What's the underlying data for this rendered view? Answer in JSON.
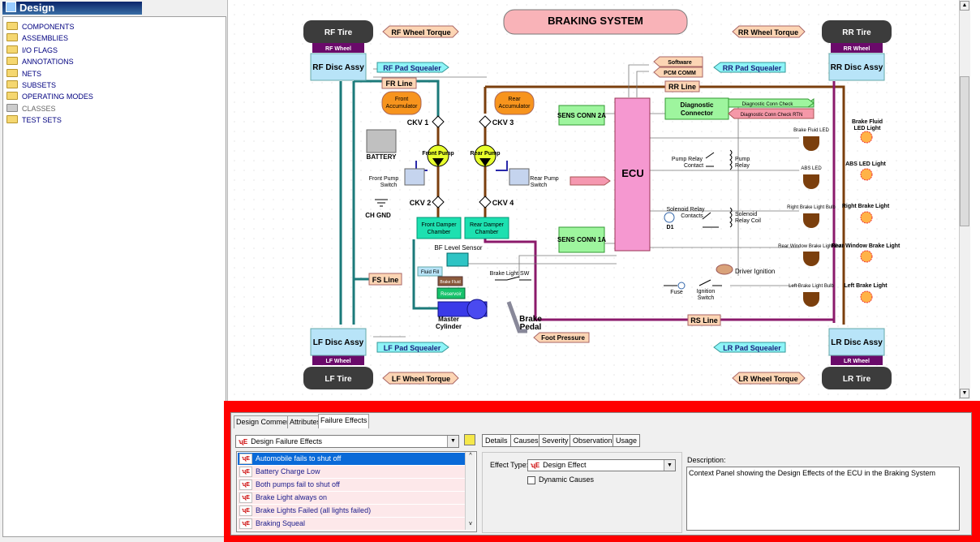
{
  "left_panel": {
    "title": "Design",
    "tree": [
      {
        "label": "COMPONENTS",
        "enabled": true
      },
      {
        "label": "ASSEMBLIES",
        "enabled": true
      },
      {
        "label": "I/O FLAGS",
        "enabled": true
      },
      {
        "label": "ANNOTATIONS",
        "enabled": true
      },
      {
        "label": "NETS",
        "enabled": true
      },
      {
        "label": "SUBSETS",
        "enabled": true
      },
      {
        "label": "OPERATING MODES",
        "enabled": true
      },
      {
        "label": "CLASSES",
        "enabled": false
      },
      {
        "label": "TEST SETS",
        "enabled": true
      }
    ]
  },
  "diagram": {
    "title": "BRAKING SYSTEM",
    "tires": {
      "rf": "RF Tire",
      "rr": "RR Tire",
      "lf": "LF Tire",
      "lr": "LR Tire"
    },
    "wheels": {
      "rf": "RF Wheel",
      "rr": "RR Wheel",
      "lf": "LF Wheel",
      "lr": "LR Wheel"
    },
    "discs": {
      "rf": "RF Disc Assy",
      "rr": "RR Disc Assy",
      "lf": "LF Disc Assy",
      "lr": "LR Disc Assy"
    },
    "torque": {
      "rf": "RF Wheel Torque",
      "rr": "RR Wheel Torque",
      "lf": "LF Wheel Torque",
      "lr": "LR Wheel Torque"
    },
    "squealers": {
      "rf": "RF Pad Squealer",
      "rr": "RR Pad Squealer",
      "lf": "LF Pad Squealer",
      "lr": "LR Pad Squealer"
    },
    "lines": {
      "fr": "FR Line",
      "rr": "RR Line",
      "fs": "FS Line",
      "rs": "RS Line"
    },
    "accumulators": {
      "front": [
        "Front",
        "Accumulator"
      ],
      "rear": [
        "Rear",
        "Accumulator"
      ]
    },
    "ckv": {
      "c1": "CKV 1",
      "c2": "CKV 2",
      "c3": "CKV 3",
      "c4": "CKV 4"
    },
    "battery": "BATTERY",
    "ch_gnd": "CH GND",
    "front_pump": "Front Pump",
    "rear_pump": "Rear Pump",
    "front_pump_switch": [
      "Front Pump",
      "Switch"
    ],
    "rear_pump_switch": [
      "Rear Pump",
      "Switch"
    ],
    "front_damper": [
      "Front Damper",
      "Chamber"
    ],
    "rear_damper": [
      "Rear Damper",
      "Chamber"
    ],
    "bf_level_sensor": "BF Level Sensor",
    "fluid_fill": "Fluid Fill",
    "brake_fluid_box": "Brake Fluid",
    "reservoir": "Reservoir",
    "master_cylinder": [
      "Master",
      "Cylinder"
    ],
    "brake_pedal": [
      "Brake",
      "Pedal"
    ],
    "foot_pressure": "Foot Pressure",
    "brake_light_sw": "Brake Light SW",
    "sens_conn_2a": "SENS CONN 2A",
    "sens_conn_1a": "SENS CONN 1A",
    "ecu": "ECU",
    "software": "Software",
    "pcm_comm": "PCM COMM",
    "diag_connector": [
      "Diagnostic",
      "Connector"
    ],
    "diag_conn_check": "Diagnostic Conn Check",
    "diag_conn_check_rtn": "Diagnostic Conn Check RTN",
    "pump_relay_contact": [
      "Pump Relay",
      "Contact"
    ],
    "pump_relay": [
      "Pump",
      "Relay"
    ],
    "solenoid_relay_contacts": [
      "Solenoid Relay",
      "Contacts"
    ],
    "solenoid_relay_coil": [
      "Solenoid",
      "Relay Coil"
    ],
    "d1": "D1",
    "fuse": "Fuse",
    "ignition_switch": [
      "Ignition",
      "Switch"
    ],
    "driver_ignition": "Driver Ignition",
    "leds": {
      "brake_fluid_led": "Brake Fluid LED",
      "abs_led": "ABS LED",
      "right_brake_bulb": "Right Brake Light Bulb",
      "rear_window_bulb": "Rear Window Brake Light Bulb",
      "left_brake_bulb": "Left Brake Light Bulb"
    },
    "lights": {
      "brake_fluid": [
        "Brake Fluid",
        "LED Light"
      ],
      "abs": "ABS LED Light",
      "right_brake": "Right Brake Light",
      "rear_window": "Rear Window Brake Light",
      "left_brake": "Left Brake Light"
    }
  },
  "bottom_panel": {
    "tabs": [
      "Design Comment",
      "Attributes",
      "Failure Effects"
    ],
    "active_tab": "Failure Effects",
    "effect_category": "Design Failure Effects",
    "subtabs": [
      "Details",
      "Causes",
      "Severity",
      "Observation",
      "Usage"
    ],
    "effects": [
      "Automobile fails to shut off",
      "Battery Charge Low",
      "Both pumps fail to shut off",
      "Brake Light always on",
      "Brake Lights Failed (all lights failed)",
      "Braking Squeal"
    ],
    "selected_index": 0,
    "effect_type_label": "Effect Type:",
    "effect_type_value": "Design Effect",
    "dynamic_causes_label": "Dynamic Causes",
    "dynamic_causes_checked": false,
    "description_label": "Description:",
    "description_text": "Context Panel showing the Design Effects of the ECU in the Braking System"
  },
  "colors": {
    "highlight_frame": "#ff0000",
    "selected_row": "#0a6ad8",
    "ecu": "#f598d0",
    "tire": "#3c3c3c",
    "wheel_band": "#6a0a6a",
    "disc": "#b8e4f8",
    "accumulator": "#f7941d",
    "damper": "#1de0b0",
    "sens_conn": "#9ef59e",
    "line_brown": "#7b3f0d",
    "line_purple": "#8b1a6b",
    "line_teal": "#1b7a7a"
  }
}
